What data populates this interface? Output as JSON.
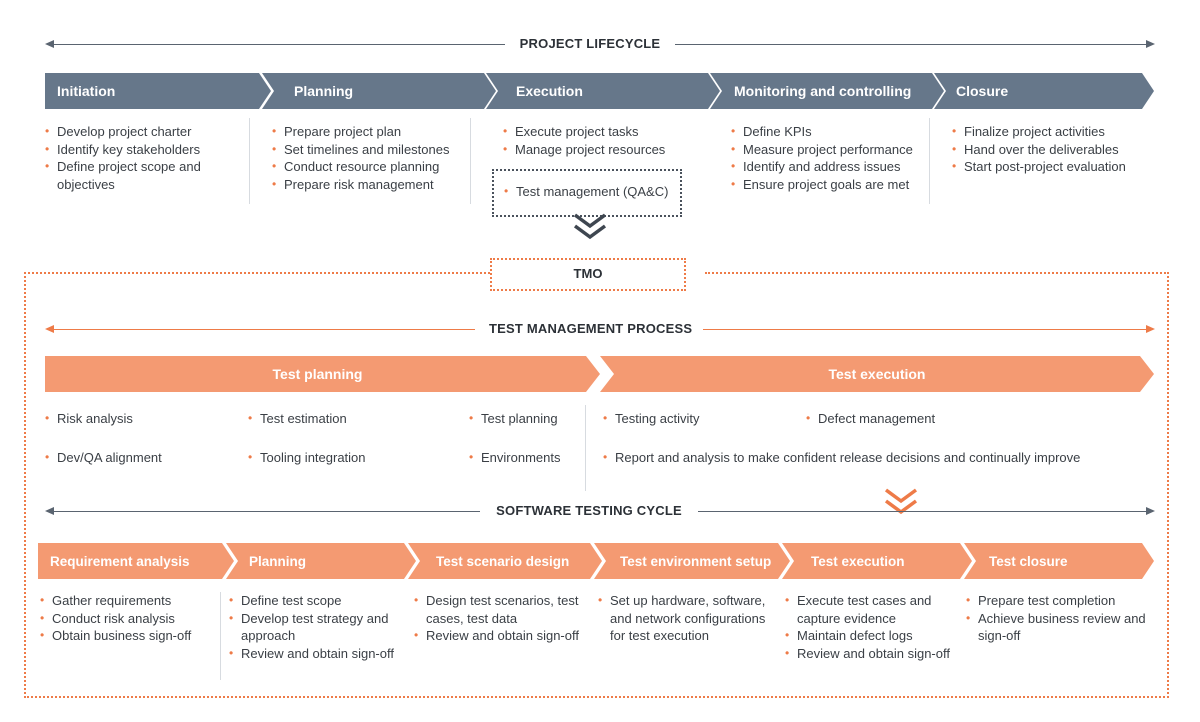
{
  "project_lifecycle": {
    "title": "PROJECT LIFECYCLE",
    "phases": [
      {
        "label": "Initiation",
        "items": [
          "Develop project charter",
          "Identify key stakeholders",
          "Define project scope and objectives"
        ]
      },
      {
        "label": "Planning",
        "items": [
          "Prepare project plan",
          "Set timelines and milestones",
          "Conduct resource planning",
          "Prepare risk management"
        ]
      },
      {
        "label": "Execution",
        "items": [
          "Execute project tasks",
          "Manage project resources"
        ],
        "highlight": "Test management (QA&C)"
      },
      {
        "label": "Monitoring and controlling",
        "items": [
          "Define KPIs",
          "Measure project performance",
          "Identify and address issues",
          "Ensure project goals are met"
        ]
      },
      {
        "label": "Closure",
        "items": [
          "Finalize project activities",
          "Hand over the deliverables",
          "Start post-project evaluation"
        ]
      }
    ]
  },
  "tmo": {
    "label": "TMO"
  },
  "test_management_process": {
    "title": "TEST MANAGEMENT PROCESS",
    "phases": [
      {
        "label": "Test planning",
        "items": [
          "Risk analysis",
          "Test estimation",
          "Test planning",
          "Dev/QA alignment",
          "Tooling integration",
          "Environments"
        ]
      },
      {
        "label": "Test execution",
        "items": [
          "Testing activity",
          "Defect management",
          "Report and analysis to make confident release decisions and continually improve"
        ]
      }
    ]
  },
  "software_testing_cycle": {
    "title": "SOFTWARE TESTING CYCLE",
    "phases": [
      {
        "label": "Requirement analysis",
        "items": [
          "Gather requirements",
          "Conduct risk analysis",
          "Obtain business sign-off"
        ]
      },
      {
        "label": "Planning",
        "items": [
          "Define test scope",
          "Develop test strategy and approach",
          "Review and obtain sign-off"
        ]
      },
      {
        "label": "Test scenario design",
        "items": [
          "Design test scenarios, test cases, test data",
          "Review and obtain sign-off"
        ]
      },
      {
        "label": "Test environment setup",
        "items": [
          "Set up hardware, software, and network configurations for test execution"
        ]
      },
      {
        "label": "Test execution",
        "items": [
          "Execute test cases and capture evidence",
          "Maintain defect logs",
          "Review and obtain sign-off"
        ]
      },
      {
        "label": "Test closure",
        "items": [
          "Prepare test completion",
          "Achieve business review and sign-off"
        ]
      }
    ]
  },
  "colors": {
    "lifecycle_bar": "#66778a",
    "process_bar": "#f49a72",
    "accent": "#ee7b48",
    "text": "#3a3f45"
  }
}
